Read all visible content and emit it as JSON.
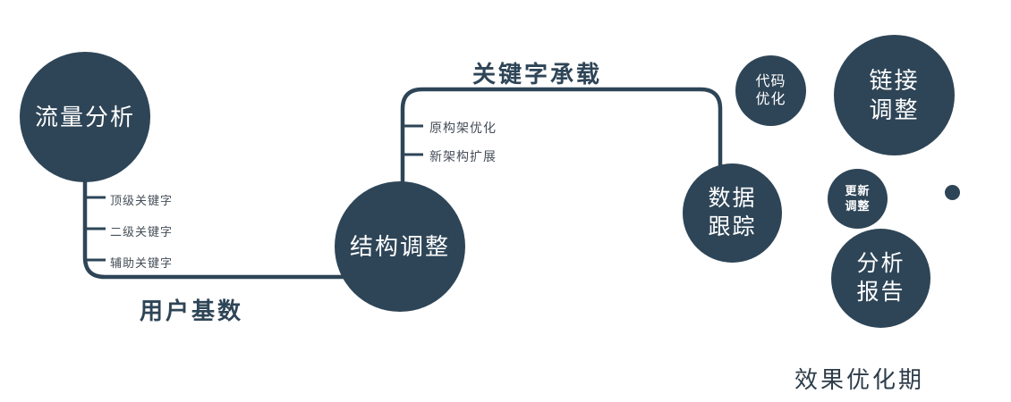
{
  "colors": {
    "primary": "#2e4557",
    "label": "#2e4557",
    "tick": "#454e58"
  },
  "nodes": {
    "traffic": {
      "label": "流量分析"
    },
    "structure": {
      "label": "结构调整"
    },
    "data_tracking": {
      "lines": [
        "数据",
        "跟踪"
      ]
    },
    "code_opt": {
      "lines": [
        "代码",
        "优化"
      ]
    },
    "link_adjust": {
      "lines": [
        "链接",
        "调整"
      ]
    },
    "update_adjust": {
      "lines": [
        "更新",
        "调整"
      ]
    },
    "analysis_report": {
      "lines": [
        "分析",
        "报告"
      ]
    }
  },
  "path1": {
    "ticks": [
      "顶级关键字",
      "二级关键字",
      "辅助关键字"
    ],
    "label": "用户基数"
  },
  "path2": {
    "ticks": [
      "原构架优化",
      "新架构扩展"
    ],
    "label": "关键字承载"
  },
  "footer": "效果优化期"
}
